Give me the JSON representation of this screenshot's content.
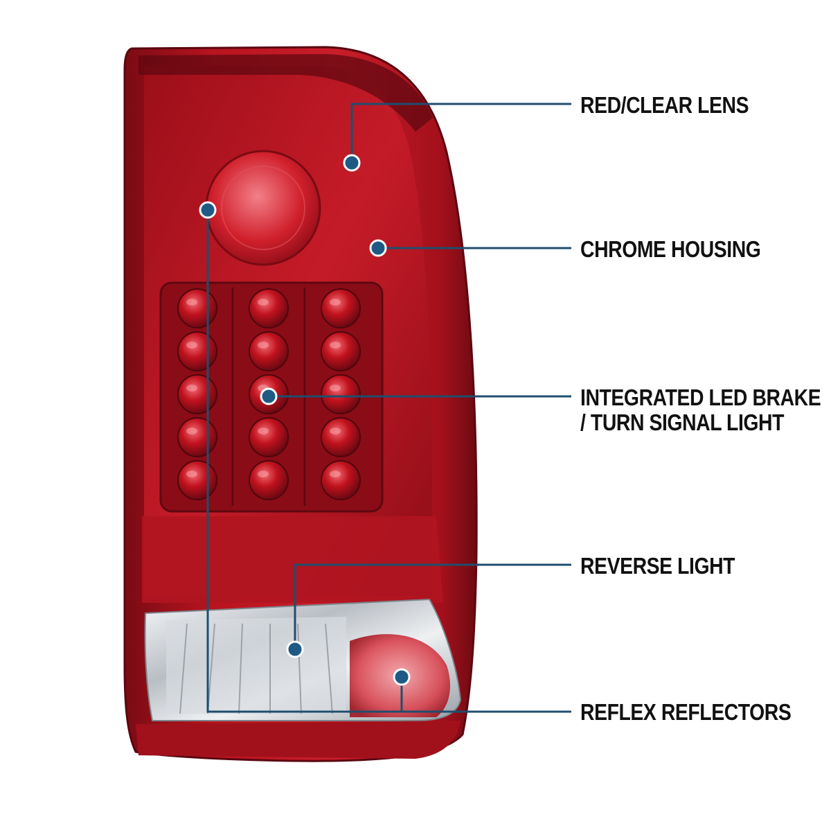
{
  "callouts": {
    "lens": "RED/CLEAR LENS",
    "housing": "CHROME HOUSING",
    "led_line1": "INTEGRATED LED BRAKE",
    "led_line2": "/ TURN SIGNAL LIGHT",
    "reverse": "REVERSE LIGHT",
    "reflectors": "REFLEX REFLECTORS"
  },
  "colors": {
    "callout_line": "#1f4e6e",
    "marker_fill": "#1f5a85",
    "label_text": "#111111",
    "lens_red": "#b3121f",
    "lens_dark": "#6e0a12",
    "chrome": "#d9dde2"
  }
}
